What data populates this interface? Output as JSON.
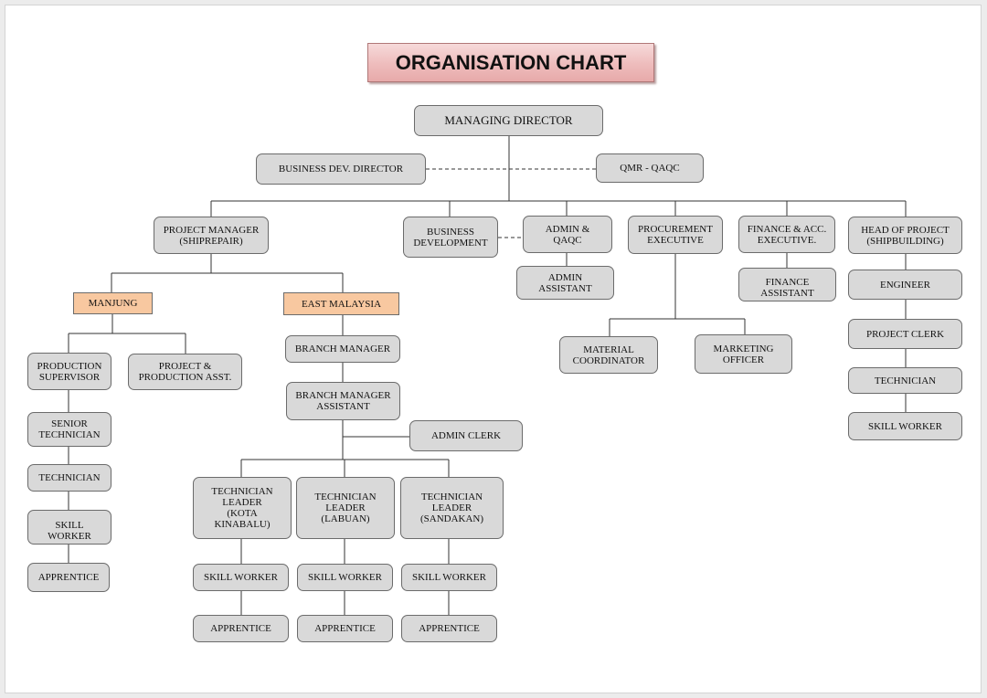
{
  "title": "ORGANISATION CHART",
  "colors": {
    "box_fill": "#d9d9d9",
    "region_fill": "#f8c8a0",
    "title_fill": "#eebcbc"
  },
  "nodes": {
    "md": "MANAGING  DIRECTOR",
    "bdd": "BUSINESS DEV. DIRECTOR",
    "qmr": "QMR - QAQC",
    "pm_ship": "PROJECT MANAGER\n(SHIPREPAIR)",
    "bus_dev": "BUSINESS\nDEVELOPMENT",
    "admin_qaqc": "ADMIN &\nQAQC",
    "proc": "PROCUREMENT\nEXECUTIVE",
    "fin": "FINANCE & ACC.\nEXECUTIVE.",
    "hop": "HEAD OF PROJECT\n(SHIPBUILDING)",
    "admin_asst": "ADMIN\nASSISTANT",
    "fin_asst": "FINANCE\nASSISTANT",
    "mat_coord": "MATERIAL\nCOORDINATOR",
    "mkt": "MARKETING\nOFFICER",
    "engineer": "ENGINEER",
    "proj_clerk": "PROJECT CLERK",
    "hop_tech": "TECHNICIAN",
    "hop_skill": "SKILL WORKER",
    "manjung": "MANJUNG",
    "east_my": "EAST MALAYSIA",
    "prod_sup": "PRODUCTION\nSUPERVISOR",
    "proj_prod": "PROJECT &\nPRODUCTION ASST.",
    "senior_tech": "SENIOR\nTECHNICIAN",
    "mj_tech": "TECHNICIAN",
    "mj_skill": "SKILL\nWORKER",
    "mj_app": "APPRENTICE",
    "branch_mgr": "BRANCH MANAGER",
    "branch_asst": "BRANCH MANAGER\nASSISTANT",
    "admin_clerk": "ADMIN CLERK",
    "tl_kk": "TECHNICIAN\nLEADER\n(KOTA\nKINABALU)",
    "tl_lab": "TECHNICIAN\nLEADER\n(LABUAN)",
    "tl_san": "TECHNICIAN\nLEADER\n(SANDAKAN)",
    "sw_kk": "SKILL WORKER",
    "sw_lab": "SKILL WORKER",
    "sw_san": "SKILL WORKER",
    "app_kk": "APPRENTICE",
    "app_lab": "APPRENTICE",
    "app_san": "APPRENTICE"
  }
}
